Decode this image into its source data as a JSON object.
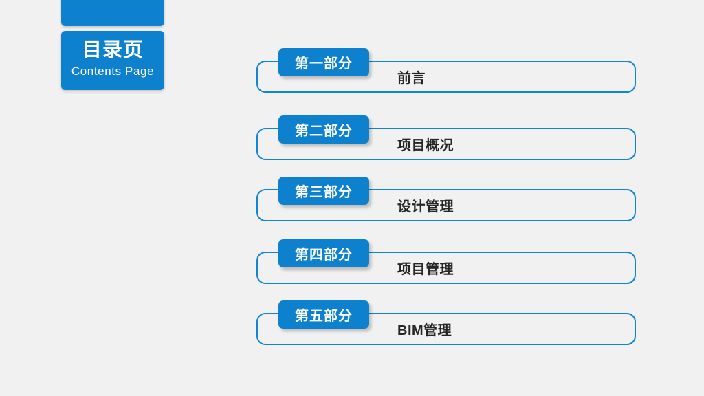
{
  "slide": {
    "background_color": "#f1f1f1",
    "accent_color": "#0d80ce",
    "outline_color": "#1284d6",
    "text_color": "#262626"
  },
  "title_block": {
    "heading_cn": "目录页",
    "heading_en": "Contents Page"
  },
  "contents": {
    "items": [
      {
        "badge": "第一部分",
        "label": "前言"
      },
      {
        "badge": "第二部分",
        "label": "项目概况"
      },
      {
        "badge": "第三部分",
        "label": "设计管理"
      },
      {
        "badge": "第四部分",
        "label": "项目管理"
      },
      {
        "badge": "第五部分",
        "label": "BIM管理"
      }
    ]
  }
}
